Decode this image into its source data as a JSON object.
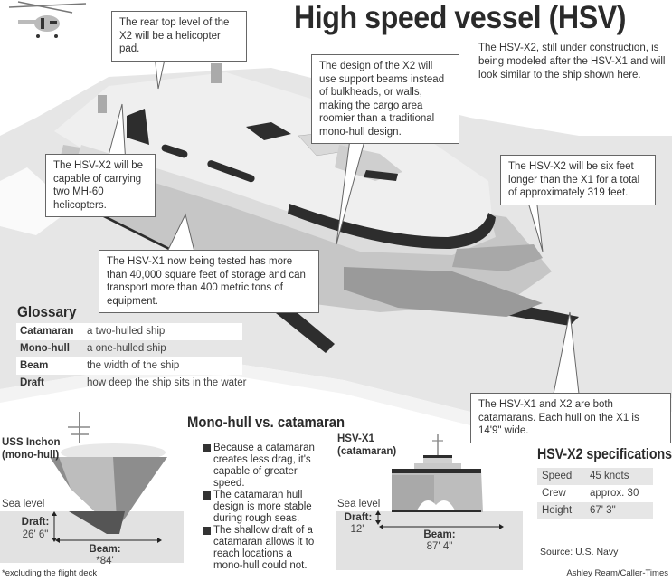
{
  "title": "High speed vessel (HSV)",
  "intro": "The HSV-X2, still under construction, is being modeled after the HSV-X1 and will look similar to the ship shown here.",
  "callouts": {
    "helipad": "The rear top level of the X2 will be a helicopter pad.",
    "beams": "The design of the X2 will use support beams instead of bulkheads, or walls, making the cargo area roomier than a traditional mono-hull design.",
    "helicopters": "The HSV-X2 will be capable of carrying two MH-60 helicopters.",
    "length": "The HSV-X2 will be six feet longer than the X1 for a total of approximately 319 feet.",
    "storage": "The HSV-X1 now being tested has more than 40,000 square feet of storage and can transport more than 400 metric tons of equipment.",
    "catamarans": "The HSV-X1 and X2 are both catamarans. Each hull on the X1 is 14'9\" wide."
  },
  "glossary": {
    "title": "Glossary",
    "items": [
      {
        "term": "Catamaran",
        "definition": "a two-hulled ship"
      },
      {
        "term": "Mono-hull",
        "definition": "a one-hulled ship"
      },
      {
        "term": "Beam",
        "definition": "the width of the ship"
      },
      {
        "term": "Draft",
        "definition": "how deep the ship sits in the water"
      }
    ]
  },
  "comparison": {
    "title": "Mono-hull vs. catamaran",
    "bullets": [
      "Because a catamaran creates less drag, it's capable of greater speed.",
      "The catamaran hull design is more stable during rough seas.",
      "The shallow draft of a catamaran allows it to reach locations a mono-hull could not."
    ],
    "monohull": {
      "name_line1": "USS Inchon",
      "name_line2": "(mono-hull)",
      "sea_level": "Sea level",
      "draft_label": "Draft:",
      "draft_value": "26' 6\"",
      "beam_label": "Beam:",
      "beam_value": "*84'"
    },
    "catamaran": {
      "name_line1": "HSV-X1",
      "name_line2": "(catamaran)",
      "sea_level": "Sea level",
      "draft_label": "Draft:",
      "draft_value": "12'",
      "beam_label": "Beam:",
      "beam_value": "87' 4\""
    },
    "footnote": "*excluding the flight deck"
  },
  "specs": {
    "title": "HSV-X2 specifications",
    "rows": [
      {
        "key": "Speed",
        "value": "45 knots"
      },
      {
        "key": "Crew",
        "value": "approx. 30"
      },
      {
        "key": "Height",
        "value": "67' 3\""
      }
    ],
    "source": "Source: U.S. Navy"
  },
  "credit": "Ashley Ream/Caller-Times",
  "colors": {
    "background_wave": "#e4e4e4",
    "ship_light": "#efefef",
    "ship_mid": "#c8c8c8",
    "ship_dark": "#8a8a8a",
    "stripe": "#2b2b2b",
    "water": "#e2e2e2",
    "text": "#333333"
  }
}
